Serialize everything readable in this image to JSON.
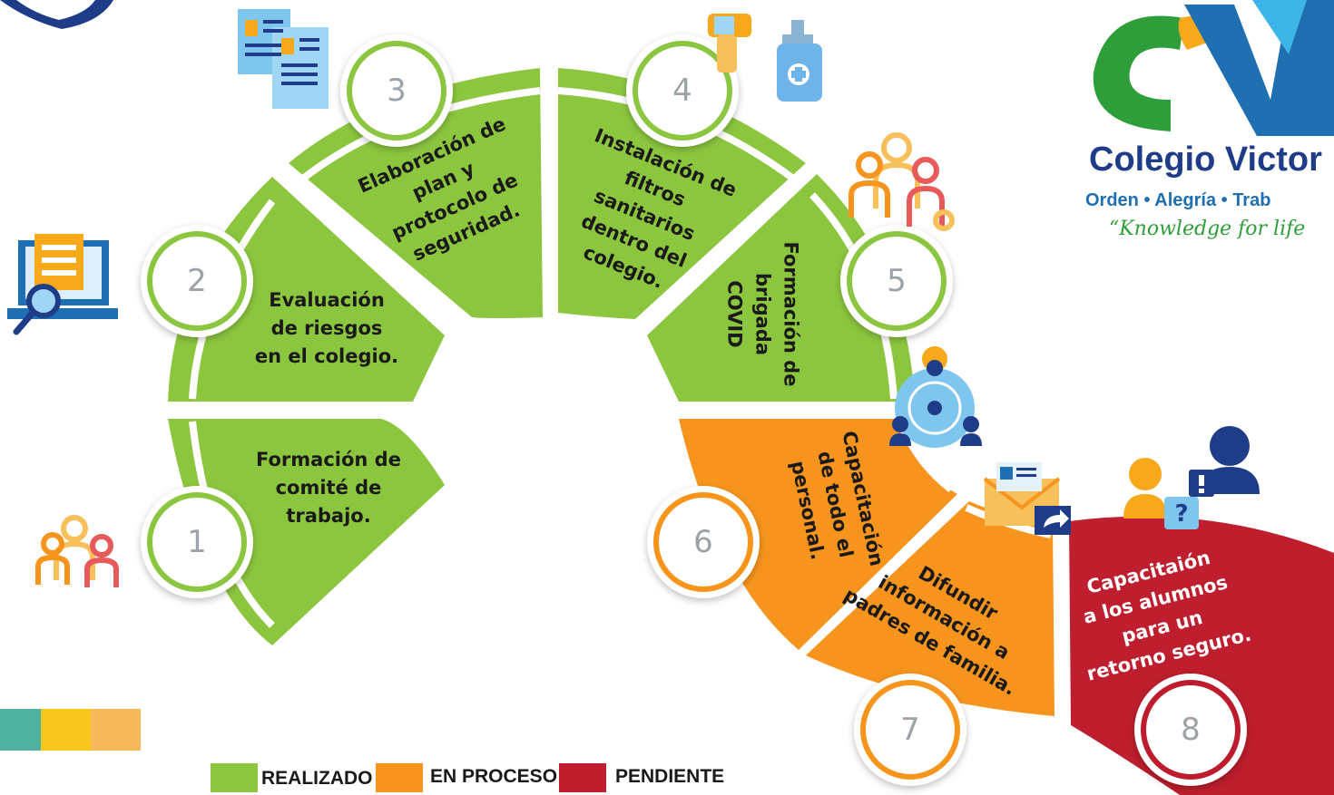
{
  "colors": {
    "realizado": "#8cc63f",
    "en_proceso": "#f7941d",
    "pendiente": "#be1e2d",
    "logo_blue": "#1f3c88",
    "logo_green": "#2e9e3a"
  },
  "steps": [
    {
      "number": "1",
      "text": "Formación de\ncomité de\ntrabajo.",
      "status": "realizado",
      "icon": "team-people-icon"
    },
    {
      "number": "2",
      "text": "Evaluación\nde riesgos\nen el colegio.",
      "status": "realizado",
      "icon": "laptop-search-icon"
    },
    {
      "number": "3",
      "text": "Elaboración de\nplan y\nprotocolo de\nseguridad.",
      "status": "realizado",
      "icon": "documents-icon"
    },
    {
      "number": "4",
      "text": "Instalación de\nfiltros\nsanitarios\ndentro del\ncolegio.",
      "status": "realizado",
      "icon": "thermometer-sanitizer-icon"
    },
    {
      "number": "5",
      "text": "Formación de\nbrigada\nCOVID",
      "status": "realizado",
      "icon": "team-people-icon"
    },
    {
      "number": "6",
      "text": "Capacitación\nde todo el\npersonal.",
      "status": "en_proceso",
      "icon": "network-people-icon"
    },
    {
      "number": "7",
      "text": "Difundir\ninformación a\npadres de familia.",
      "status": "en_proceso",
      "icon": "mail-send-icon"
    },
    {
      "number": "8",
      "text": "Capacitaión\na los alumnos\npara un\nretorno seguro.",
      "status": "pendiente",
      "icon": "question-people-icon"
    }
  ],
  "logo": {
    "name": "Colegio Victor",
    "motto": "Orden • Alegría • Trab",
    "tagline": "“Knowledge for life"
  },
  "legend": [
    {
      "label": "REALIZADO",
      "status": "realizado"
    },
    {
      "label": "EN PROCESO",
      "status": "en_proceso"
    },
    {
      "label": "PENDIENTE",
      "status": "pendiente"
    }
  ]
}
